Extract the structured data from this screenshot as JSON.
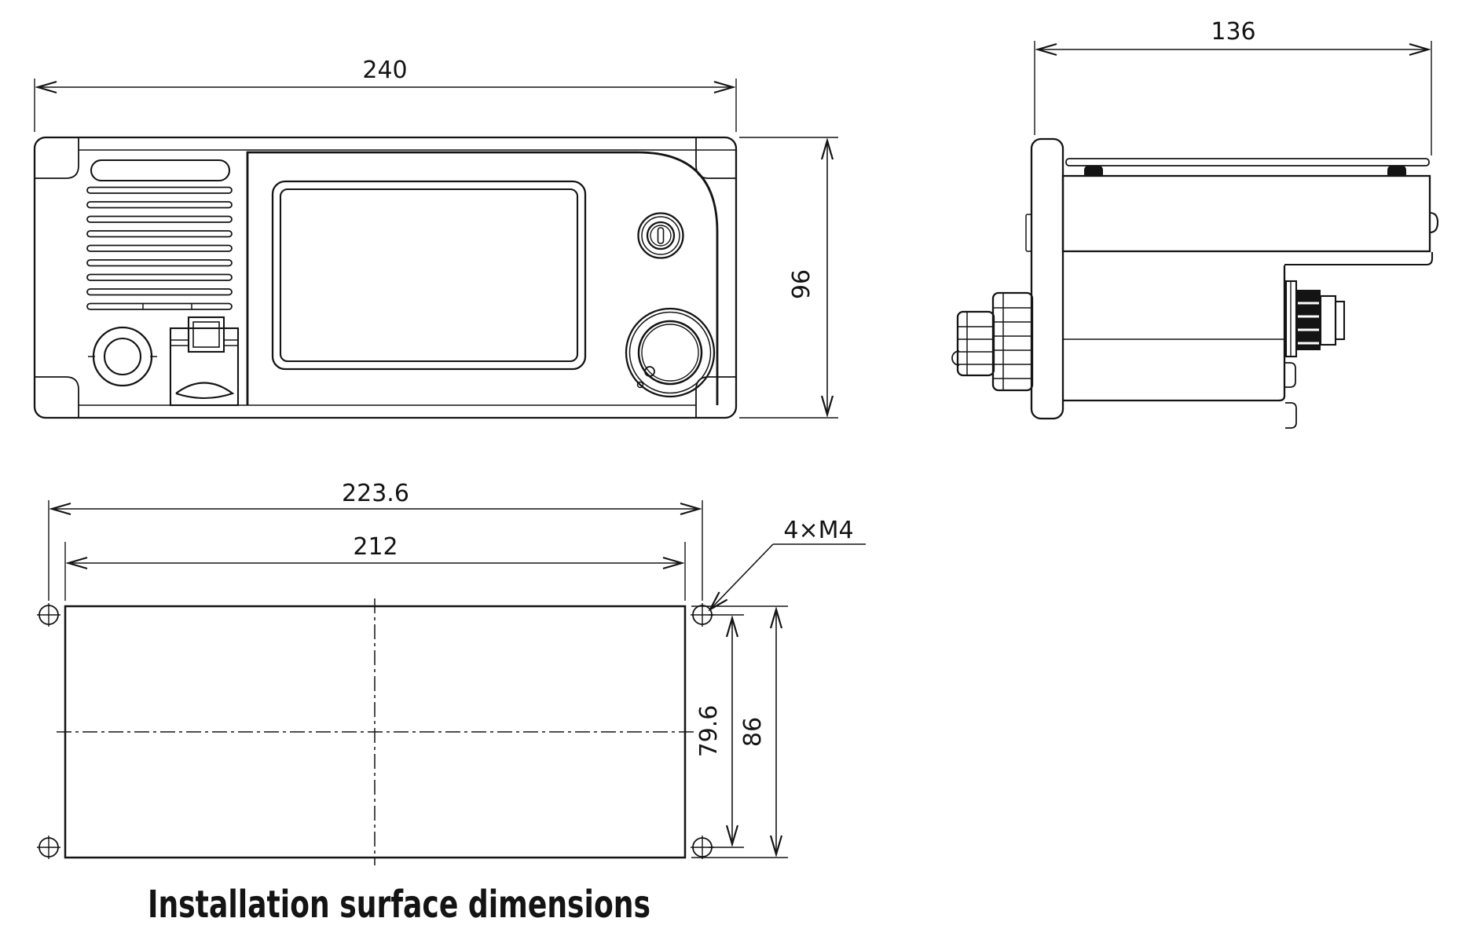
{
  "drawing": {
    "front_view": {
      "width_mm": "240",
      "height_mm": "96"
    },
    "side_view": {
      "depth_mm": "136"
    },
    "installation": {
      "hole_pitch_width_mm": "223.6",
      "cutout_width_mm": "212",
      "hole_pitch_height_mm": "79.6",
      "cutout_height_mm": "86",
      "screw_note": "4×M4",
      "caption": "Installation surface dimensions"
    },
    "colors": {
      "line": "#141414",
      "background": "#ffffff"
    }
  }
}
